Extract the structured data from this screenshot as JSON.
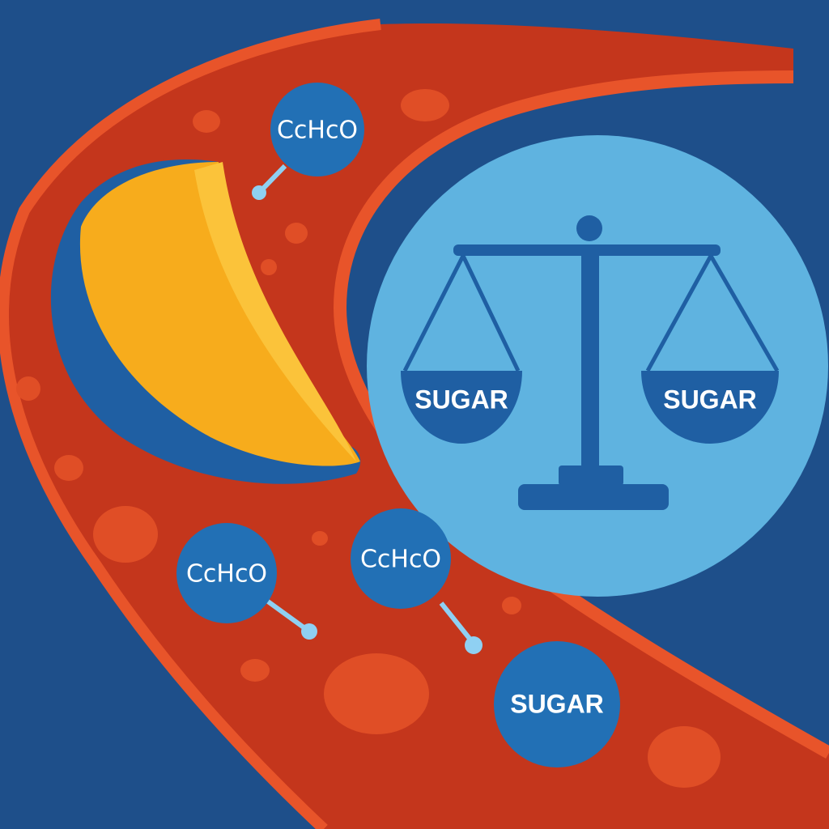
{
  "molecules": [
    {
      "label": "CcHcO"
    },
    {
      "label": "CcHcO"
    },
    {
      "label": "CcHcO"
    }
  ],
  "scale": {
    "left_pan_label": "SUGAR",
    "right_pan_label": "SUGAR"
  },
  "sugar_bubble": {
    "label": "SUGAR"
  },
  "colors": {
    "background": "#1e4f8a",
    "vessel": "#c9381e",
    "vessel_edge": "#e8542a",
    "organ": "#f5a91a",
    "bubble": "#5fb3e0",
    "molecule": "#2270b5"
  }
}
